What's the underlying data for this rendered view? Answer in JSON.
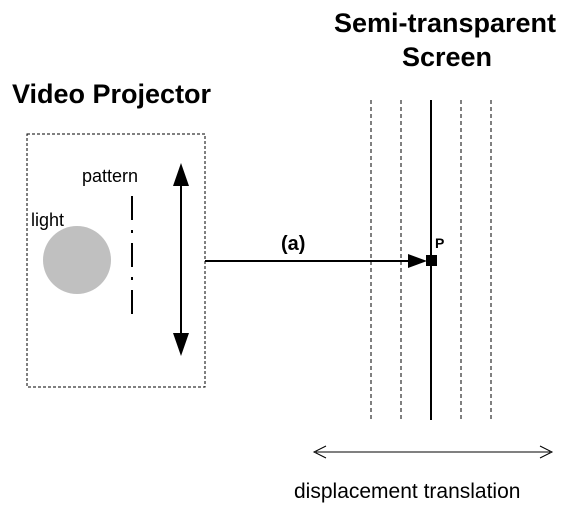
{
  "titles": {
    "screen_line1": "Semi-transparent",
    "screen_line2": "Screen",
    "projector": "Video Projector"
  },
  "labels": {
    "pattern": "pattern",
    "light": "light",
    "ray": "(a)",
    "point": "P",
    "displacement": "displacement translation"
  },
  "colors": {
    "light_source": "#c0c0c0",
    "lines": "#000000"
  }
}
